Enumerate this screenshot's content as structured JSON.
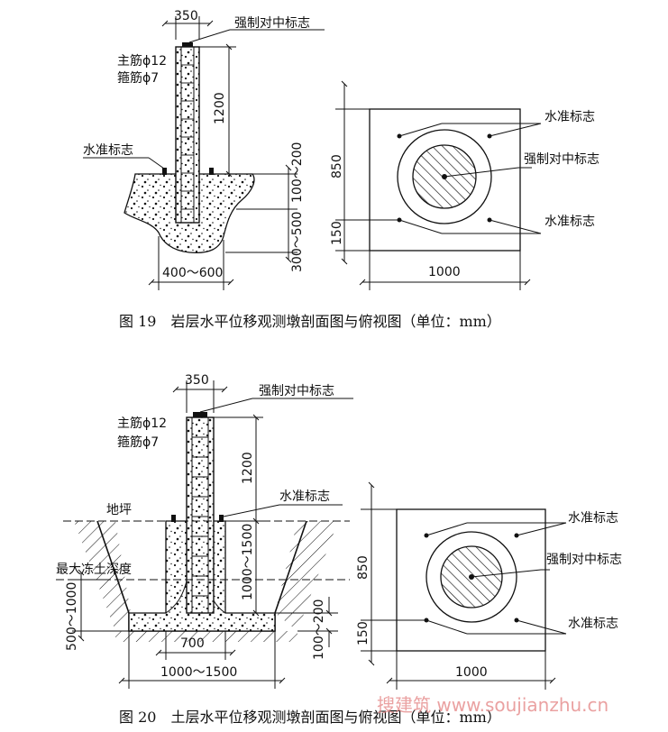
{
  "fig19": {
    "caption": "图 19　岩层水平位移观测墩剖面图与俯视图（单位：mm）",
    "dim_top": "350",
    "forced_mark": "强制对中标志",
    "rebar_main": "主筋ϕ12",
    "rebar_stirrup": "箍筋ϕ7",
    "level_mark": "水准标志",
    "dim_height": "1200",
    "dim_depth1": "100～200",
    "dim_depth2": "300～500",
    "dim_base": "400～600",
    "plan": {
      "dim_850": "850",
      "dim_150": "150",
      "dim_1000": "1000",
      "level_mark_top": "水准标志",
      "forced_mark": "强制对中标志",
      "level_mark_bottom": "水准标志"
    }
  },
  "fig20": {
    "caption": "图 20　土层水平位移观测墩剖面图与俯视图（单位：mm）",
    "dim_top": "350",
    "forced_mark": "强制对中标志",
    "rebar_main": "主筋ϕ12",
    "rebar_stirrup": "箍筋ϕ7",
    "ground": "地坪",
    "level_mark": "水准标志",
    "frost_depth": "最大冻土深度",
    "dim_height": "1200",
    "dim_embed": "1000～1500",
    "dim_depth": "500～1000",
    "dim_slab": "100～200",
    "dim_base_inner": "700",
    "dim_base_outer": "1000～1500",
    "plan": {
      "dim_850": "850",
      "dim_150": "150",
      "dim_1000": "1000",
      "level_mark_top": "水准标志",
      "forced_mark": "强制对中标志",
      "level_mark_bottom": "水准标志"
    }
  },
  "watermark": "搜建筑 www.soujianzhu.cn"
}
